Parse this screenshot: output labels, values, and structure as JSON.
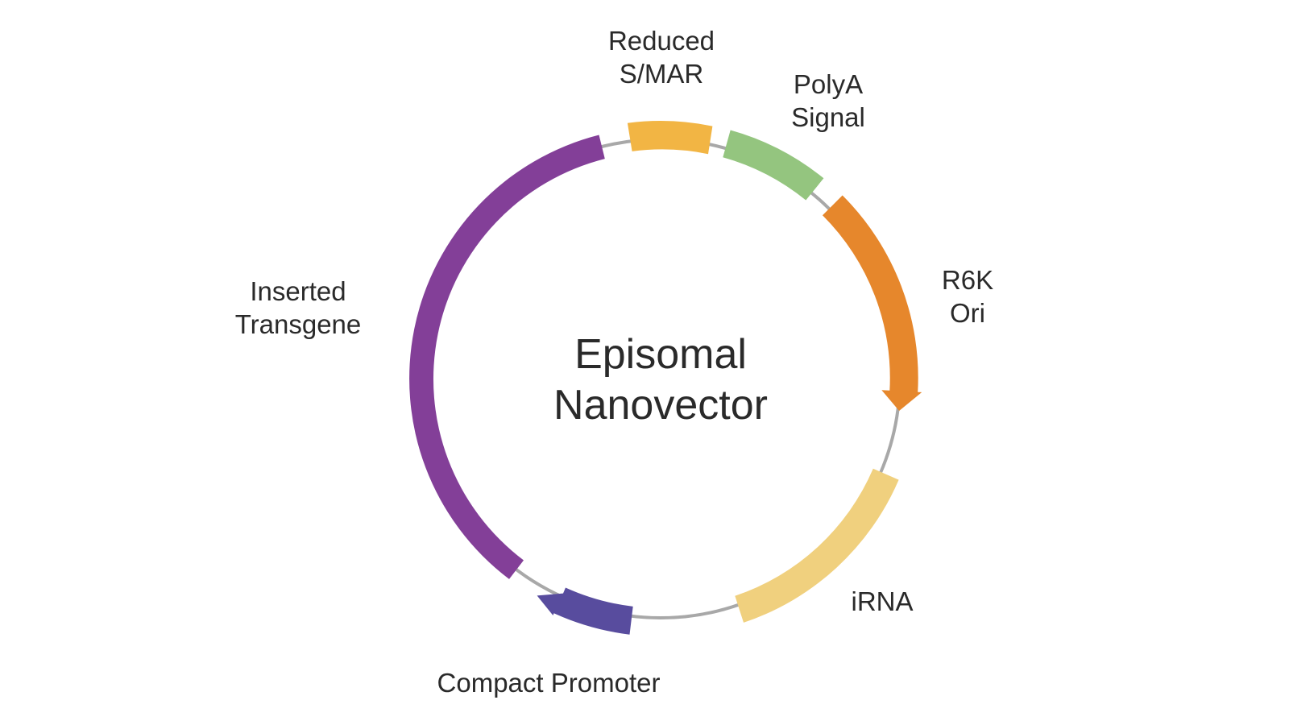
{
  "title": {
    "line1": "Episomal",
    "line2": "Nanovector"
  },
  "features": [
    {
      "id": "reduced-smar",
      "label_lines": [
        "Reduced",
        "S/MAR"
      ],
      "color": "#f2b544"
    },
    {
      "id": "polya-signal",
      "label_lines": [
        "PolyA",
        "Signal"
      ],
      "color": "#94c57f"
    },
    {
      "id": "r6k-ori",
      "label_lines": [
        "R6K",
        "Ori"
      ],
      "color": "#e6872c"
    },
    {
      "id": "irna",
      "label_lines": [
        "iRNA"
      ],
      "color": "#f0d07e"
    },
    {
      "id": "compact-promoter",
      "label_lines": [
        "Compact Promoter"
      ],
      "color": "#584c9e"
    },
    {
      "id": "inserted-transgene",
      "label_lines": [
        "Inserted",
        "Transgene"
      ],
      "color": "#833f98"
    }
  ],
  "backbone_color": "#a8a8a8"
}
